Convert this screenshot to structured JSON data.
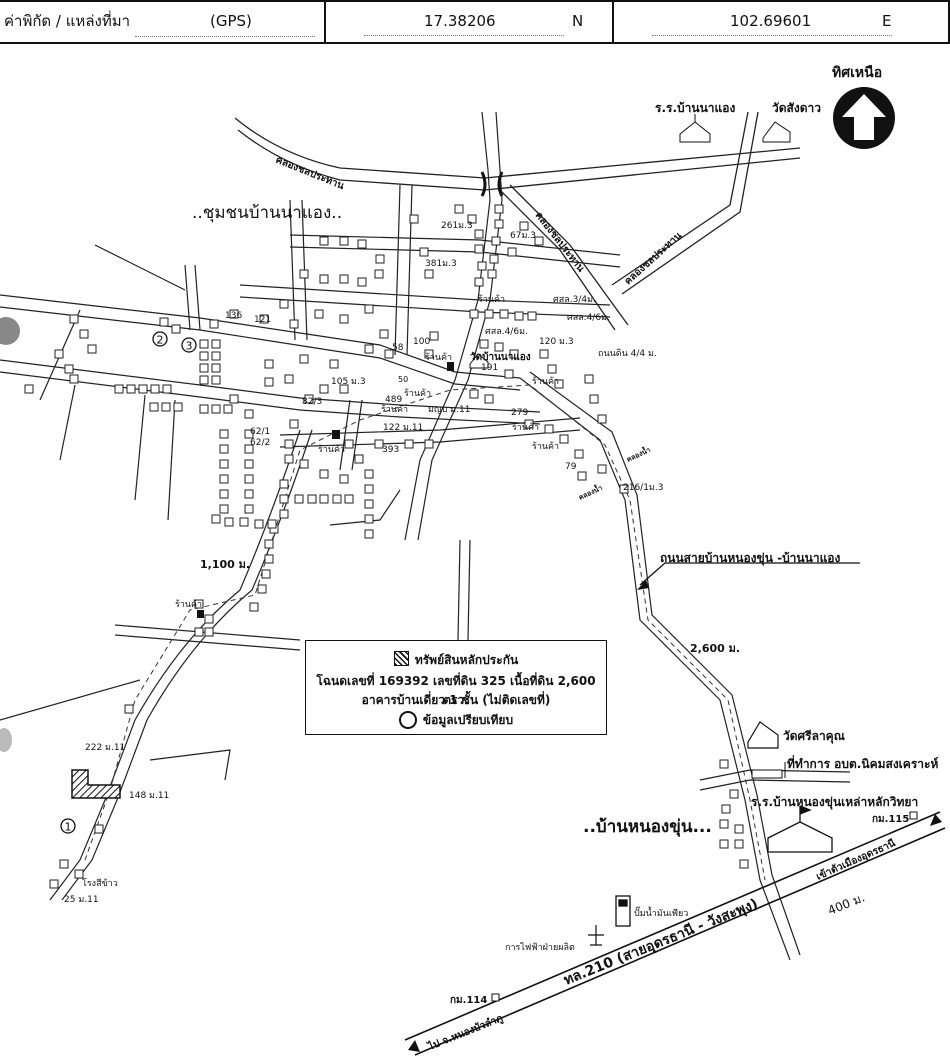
{
  "header": {
    "coord_label": "ค่าพิกัด / แหล่งที่มา",
    "source": "(GPS)",
    "latitude": "17.38206",
    "lat_dir": "N",
    "longitude": "102.69601",
    "lon_dir": "E"
  },
  "north": {
    "label": "ทิศเหนือ"
  },
  "places": {
    "community_north": "..ชุมชนบ้านนาแอง..",
    "community_south": "..บ้านหนองขุ่น...",
    "school_na_aeng": "ร.ร.บ้านนาแอง",
    "wat_sang_dao": "วัดสังดาว",
    "wat_ban_na_aeng": "วัดบ้านนาแอง",
    "wat_sri_la_khun": "วัดศรีลาคุณ",
    "sao_office": "ที่ทำการ อบต.นิคมสงเคราะห์",
    "school_nong_khun": "ร.ร.บ้านหนองขุ่นเหล่าหลักวิทยา",
    "gas_station": "ปั๊มน้ำมันเพียว",
    "electricity": "การไฟฟ้าฝ่ายผลิต",
    "rice_mill": "โรงสีข้าว",
    "health_center": "มญบ ม.11"
  },
  "canals": {
    "canal_top": "คลองชลประทาน",
    "canal_diag1": "คลองชลประทาน",
    "canal_diag2": "คลองชลประทาน",
    "small_canal_1": "คลองน้ำ",
    "small_canal_2": "คลองน้ำ"
  },
  "roads": {
    "road_name": "ถนนสายบ้านหนองขุ่น -บ้านนาแอง",
    "dirt_road": "ถนนดิน 4/4 ม.",
    "highway": "ทล.210 (สายอุดรธานี - วังสะพุง)",
    "to_udon": "เข้าตัวเมืองอุดรธานี",
    "to_nong_bua": "ไป จ.หนองบัวลำภู",
    "km115": "กม.115",
    "km114": "กม.114"
  },
  "distances": {
    "d1100": "1,100 ม.",
    "d2600": "2,600 ม.",
    "d400": "400 ม."
  },
  "house_numbers": {
    "h261": "261ม.3",
    "h67": "67ม.3",
    "h381": "381ม.3",
    "h136": "136",
    "h121": "121",
    "h100": "100",
    "h58": "58",
    "h191": "191",
    "h105": "105 ม.3",
    "h50": "50",
    "h489": "489",
    "h82": "82/3",
    "h122": "122 ม.11",
    "h62_1": "62/1",
    "h62_2": "62/2",
    "h393": "393",
    "h279": "279",
    "h79": "79",
    "h216": "216/1ม.3",
    "h120": "120 ม.3",
    "h222": "222 ม.11",
    "h148": "148 ม.11",
    "h25": "25 ม.11",
    "kosl_a": "ศสล.3/4ม.",
    "kosl_b": "ศสล.4/6ม.",
    "kosl_c": "ศสล.4/6ม."
  },
  "shops": {
    "shop": "ร้านค้า"
  },
  "markers": {
    "m1": "1",
    "m2": "2",
    "m3": "3"
  },
  "legend": {
    "collateral": "ทรัพย์สินหลักประกัน",
    "deed": "โฉนดเลขที่ 169392 เลขที่ดิน 325 เนื้อที่ดิน 2,600 ตรว.",
    "building": "อาคารบ้านเดี่ยว 1 ชั้น (ไม่ติดเลขที่)",
    "comparison": "ข้อมูลเปรียบเทียบ"
  }
}
